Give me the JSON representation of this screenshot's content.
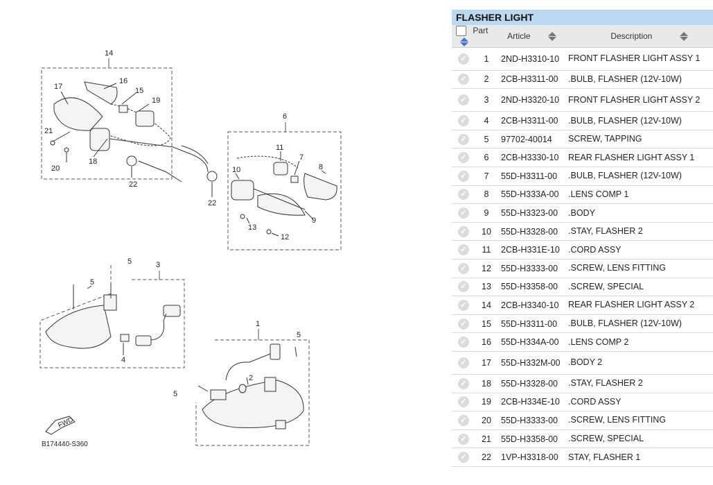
{
  "panel": {
    "title": "FLASHER LIGHT"
  },
  "table": {
    "headers": {
      "part": "Part",
      "article": "Article",
      "description": "Description"
    },
    "rows": [
      {
        "part": "1",
        "article": "2ND-H3310-10",
        "description": "FRONT FLASHER LIGHT ASSY 1"
      },
      {
        "part": "2",
        "article": "2CB-H3311-00",
        "description": ".BULB, FLASHER (12V-10W)"
      },
      {
        "part": "3",
        "article": "2ND-H3320-10",
        "description": "FRONT FLASHER LIGHT ASSY 2"
      },
      {
        "part": "4",
        "article": "2CB-H3311-00",
        "description": ".BULB, FLASHER (12V-10W)"
      },
      {
        "part": "5",
        "article": "97702-40014",
        "description": "SCREW, TAPPING"
      },
      {
        "part": "6",
        "article": "2CB-H3330-10",
        "description": "REAR FLASHER LIGHT ASSY 1"
      },
      {
        "part": "7",
        "article": "55D-H3311-00",
        "description": ".BULB, FLASHER (12V-10W)"
      },
      {
        "part": "8",
        "article": "55D-H333A-00",
        "description": ".LENS COMP 1"
      },
      {
        "part": "9",
        "article": "55D-H3323-00",
        "description": ".BODY"
      },
      {
        "part": "10",
        "article": "55D-H3328-00",
        "description": ".STAY, FLASHER 2"
      },
      {
        "part": "11",
        "article": "2CB-H331E-10",
        "description": ".CORD ASSY"
      },
      {
        "part": "12",
        "article": "55D-H3333-00",
        "description": ".SCREW, LENS FITTING"
      },
      {
        "part": "13",
        "article": "55D-H3358-00",
        "description": ".SCREW, SPECIAL"
      },
      {
        "part": "14",
        "article": "2CB-H3340-10",
        "description": "REAR FLASHER LIGHT ASSY 2"
      },
      {
        "part": "15",
        "article": "55D-H3311-00",
        "description": ".BULB, FLASHER (12V-10W)"
      },
      {
        "part": "16",
        "article": "55D-H334A-00",
        "description": ".LENS COMP 2"
      },
      {
        "part": "17",
        "article": "55D-H332M-00",
        "description": ".BODY 2"
      },
      {
        "part": "18",
        "article": "55D-H3328-00",
        "description": ".STAY, FLASHER 2"
      },
      {
        "part": "19",
        "article": "2CB-H334E-10",
        "description": ".CORD ASSY"
      },
      {
        "part": "20",
        "article": "55D-H3333-00",
        "description": ".SCREW, LENS FITTING"
      },
      {
        "part": "21",
        "article": "55D-H3358-00",
        "description": ".SCREW, SPECIAL"
      },
      {
        "part": "22",
        "article": "1VP-H3318-00",
        "description": "STAY, FLASHER 1"
      }
    ]
  },
  "diagram": {
    "figure_code": "B174440-S360",
    "fwd_label": "FWD",
    "callouts": {
      "c1": "1",
      "c2": "2",
      "c3": "3",
      "c4": "4",
      "c5a": "5",
      "c5b": "5",
      "c5c": "5",
      "c5d": "5",
      "c6": "6",
      "c7": "7",
      "c8": "8",
      "c9": "9",
      "c10": "10",
      "c11": "11",
      "c12": "12",
      "c13": "13",
      "c14": "14",
      "c15": "15",
      "c16": "16",
      "c17": "17",
      "c18": "18",
      "c19": "19",
      "c20": "20",
      "c21": "21",
      "c22a": "22",
      "c22b": "22"
    }
  },
  "colors": {
    "title_bar": "#bcd8f0",
    "header_bg": "#e9e9e9",
    "sort_active": "#4a78c8"
  }
}
